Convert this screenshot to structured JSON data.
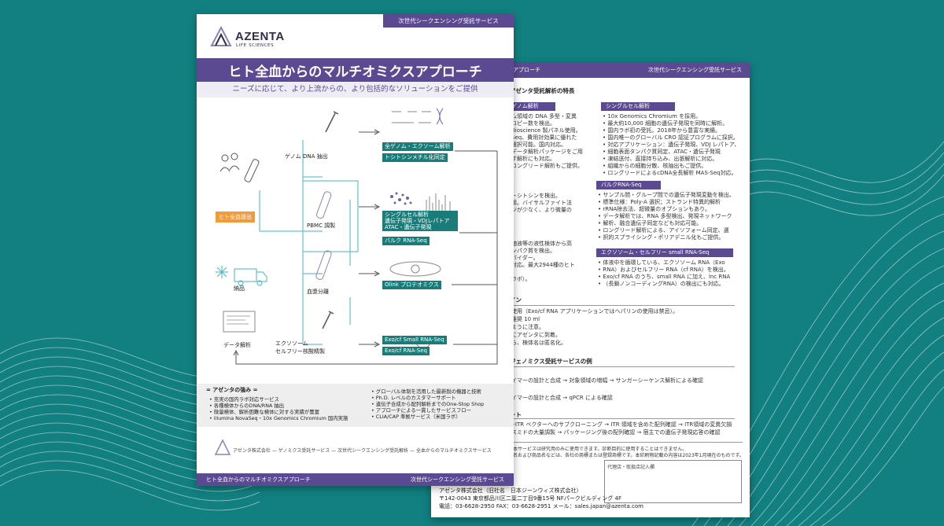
{
  "front": {
    "top_tag": "次世代シークエンシング受託サービス",
    "logo_name": "AZENTA",
    "logo_sub": "LIFE SCIENCES",
    "title": "ヒト全血からのマルチオミクスアプローチ",
    "subtitle": "ニーズに応じて、より上流からの、より包括的なソリューションをご提供",
    "blood_label": "ヒト全血提出",
    "delivery_label": "納品",
    "data_label": "データ解析",
    "step_dna": "ゲノム DNA 抽出",
    "step_pbmc": "PBMC 調製",
    "step_plasma": "血漿分離",
    "step_exo_1": "エクソソーム",
    "step_exo_2": "セルフリー核酸精製",
    "tag_wgs": "全ゲノム・エクソーム解析",
    "tag_methyl": "トシトシンメチル化同定",
    "tag_sc_1": "シングルセル解析",
    "tag_sc_2": "遺伝子発現・VDJレパトア",
    "tag_sc_3": "ATAC・遺伝子発現",
    "tag_bulk": "バルク RNA-Seq",
    "tag_olink": "Olink プロテオミクス",
    "tag_exo_small": "Exo/cf Small RNA-Seq",
    "tag_exo_rna": "Exo/cf RNA-Seq",
    "strength_title": "= アゼンタの強み =",
    "strength_left": [
      "充実の国内ラボ対応サービス",
      "各種検体からのDNA/RNA 抽出",
      "微量検体、解析困難な検体に対する実績が豊富",
      "illumina NovaSeq・10x Genomics Chromium 国内実施"
    ],
    "strength_right": [
      "グローバル体制を活用した最新鋭の機器と技術",
      "Ph.D. レベルのカスタマーサポート",
      "遺伝子合成から配列解析までのOne-Stop Shop",
      "アプローチによる一貫したサービスフロー",
      "CLIA/CAP 準拠サービス（米国ラボ）"
    ],
    "address_line": "アゼンタ株式会社 — ゲノミクス受託サービス — 次世代シークエンシング受託解析 — 全血からのマルチオミクスサービス",
    "bottom_left": "ヒト全血からのマルチオミクスアプローチ",
    "bottom_right": "次世代シークエンシング受託サービス"
  },
  "back": {
    "header_left": "アプローチ",
    "header_right": "次世代シークエンシング受託サービス",
    "features_title": "アゼンタ受託解析の特長",
    "genome_head": "ゲノム解析",
    "genome_lines": [
      "ム領域の DNA 多型・変異",
      "コピー数を検出。",
      "Bioscience 製パネル使用。",
      "Seq、費用対効果に優れた",
      "選択可能。国内対応。",
      "データ解析パッケージをご用",
      "す解析にも対応。",
      "ロングリード解析もご提供。"
    ],
    "sc_head": "シングルセル解析",
    "sc_lines": [
      "10x Genomics Chromium を採用。",
      "最大約10,000 細胞の遺伝子発現を同時に解析。",
      "国内ラボ初の受託。2018年から豊富な実績。",
      "国内唯一のグローバル CRO 認証プログラムに採択。",
      "対応アプリケーション：遺伝子発現、VDJ レパトア、",
      "細胞表面タンパク質同定、ATAC・遺伝子発現",
      "凍結送付、直接持ち込み、出張解析に対応。",
      "組織からの細胞分散、核抽出もご提供。",
      "ロングリードによるcDNA全長解析 MAS-Seq対応。"
    ],
    "mid_lines": [
      "トシトシンを検出。",
      "用。バイサルファイト法",
      "ジが少なく、より微量の"
    ],
    "bulk_head": "バルクRNA-Seq",
    "bulk_lines": [
      "サンプル間・グループ間での遺伝子発現変動を検出。",
      "標準仕様：Poly-A 選択；ストランド特異的解析",
      "rRNA除去法、超微量のオプションもあり。",
      "データ解析では、RNA 多型検出、発現ネットワーク",
      "解析、融合遺伝子同定なども対応可能。",
      "ロングリード解析による、アイソフォーム同定、選",
      "択的スプライシング・ポリアデニル化もご提供。"
    ],
    "olink_lines": [
      "髄液等の液性検体から高",
      "ンパク質を検出。",
      "バイダー。",
      "対応。最大2944種のヒト",
      "",
      "ラボ）。"
    ],
    "exo_head": "エクソソーム・セルフリー small RNA-Seq",
    "exo_lines": [
      "体液中を循環している、エクソソーム RNA（Exo",
      "RNA）およびセルフリー RNA（cf RNA）を検出。",
      "Exo/cf RNA のうち、small RNA に加え、lnc RNA",
      "（長鎖ノンコーディングRNA）の検出にも対応。"
    ],
    "guide_head": "イン",
    "guide_lines": [
      "使用（Exo/cf RNA アプリケーションではヘパリンの使用は禁忌）。",
      "推奨 10 ml",
      "ように注意。",
      "にアゼンタに到着。",
      "ら、検体名は匿名化。"
    ],
    "example_head": "ジェノミクス受託サービスの例",
    "example_lines": [
      "イマーの設計と合成 → 対象領域の増幅 → サンガーシーケンス解析による確認",
      "イマーの設計と合成 → qPCR による確認"
    ],
    "gene_head": "ート",
    "gene_lines": [
      "/-ITR ベクターへのサブクローニング → ITR 領域を含めた配列確認 → ITR領域の変異欠損",
      "スミドの大量調製 → パッケージング後の配列確認 → 宿主での遺伝子発現応答の確認"
    ],
    "disclaimer_1": "本サービスは研究用のみに使用できます。診断目的に使用することはできません。",
    "disclaimer_2": "名および商品名などは、各社の商標または登録商標です。本印刷物記載の内容は2023年1月現在のものです。",
    "notebox_label": "代理店・取扱店記入欄",
    "company": "アゼンタ株式会社（旧社名　日本ジーンウィズ株式会社）",
    "address": "〒142-0043 東京都品川区二葉二丁目9番15号 NFパークビルディング 4F",
    "contact": "電話：03-6628-2950  FAX：03-6628-2951  メール：sales.japan@azenta.com"
  },
  "colors": {
    "background": "#128080",
    "brand_purple": "#5b4a91",
    "teal_tag": "#1a7c78",
    "orange": "#f29b3a"
  },
  "icons": [
    "azenta-logo-icon",
    "people-icon",
    "blood-tube-icon",
    "pipette-icon",
    "dna-helix-icon",
    "cell-dots-icon",
    "barcode-chart-icon",
    "eye-protein-icon",
    "rna-strand-icon",
    "delivery-truck-icon",
    "snowflake-icon",
    "computer-monitor-icon"
  ]
}
